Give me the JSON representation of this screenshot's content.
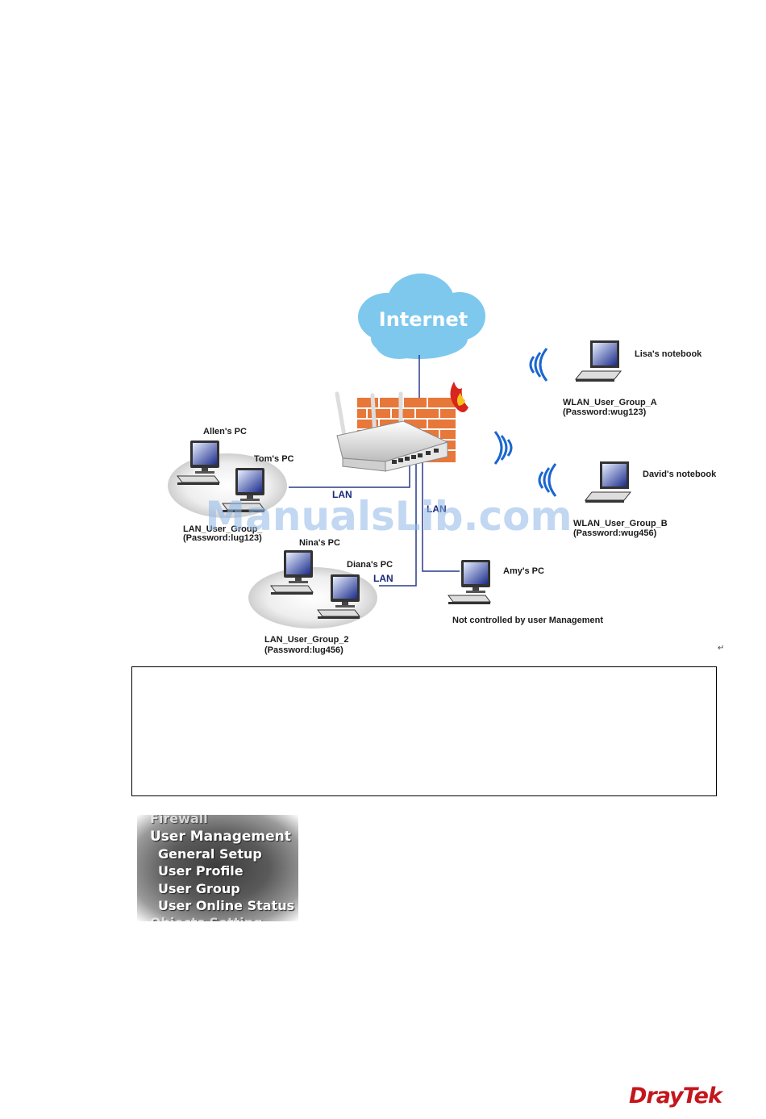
{
  "diagram": {
    "cloud_label": "Internet",
    "watermark": "ManualsLib.com",
    "link_labels": {
      "lan_top": "LAN",
      "lan_mid": "LAN",
      "lan_cut": "LAN"
    },
    "devices": {
      "allen": "Allen's PC",
      "tom": "Tom's PC",
      "nina": "Nina's PC",
      "diana": "Diana's PC",
      "amy": "Amy's PC",
      "lisa": "Lisa's notebook",
      "david": "David's notebook"
    },
    "groups": {
      "lan1_name": "LAN_User_Group_",
      "lan1_pass": "(Password:lug123)",
      "lan2_name": "LAN_User_Group_2",
      "lan2_pass": "(Password:lug456)",
      "wlan_a_name": "WLAN_User_Group_A",
      "wlan_a_pass": "(Password:wug123)",
      "wlan_b_name": "WLAN_User_Group_B",
      "wlan_b_pass": "(Password:wug456)"
    },
    "note_amy": "Not controlled by user Management",
    "return_mark": "↵"
  },
  "menu": {
    "prev_item": "Firewall",
    "header": "User Management",
    "items": [
      "General Setup",
      "User Profile",
      "User Group",
      "User Online Status"
    ],
    "next_item": "Objects Setting"
  },
  "brand": {
    "logo": "DrayTek",
    "color": "#c4161c"
  },
  "colors": {
    "cloud": "#7ec8ee",
    "link": "#2a3a8a",
    "brick": "#e8773a"
  }
}
